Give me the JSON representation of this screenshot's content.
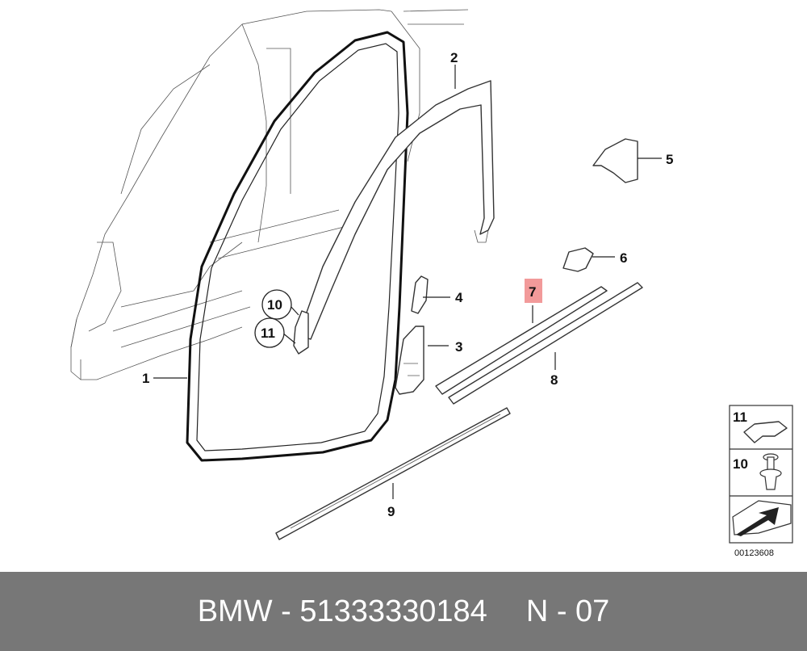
{
  "callouts": {
    "c1": "1",
    "c2": "2",
    "c3": "3",
    "c4": "4",
    "c5": "5",
    "c6": "6",
    "c7": "7",
    "c8": "8",
    "c9": "9",
    "c10": "10",
    "c11": "11"
  },
  "legend": {
    "item_top": "11",
    "item_mid": "10"
  },
  "doc_number": "00123608",
  "footer": {
    "brand_part": "BMW - 51333330184",
    "page": "N - 07"
  },
  "colors": {
    "highlight": "#f29a9a",
    "footer_bg": "#777777"
  }
}
